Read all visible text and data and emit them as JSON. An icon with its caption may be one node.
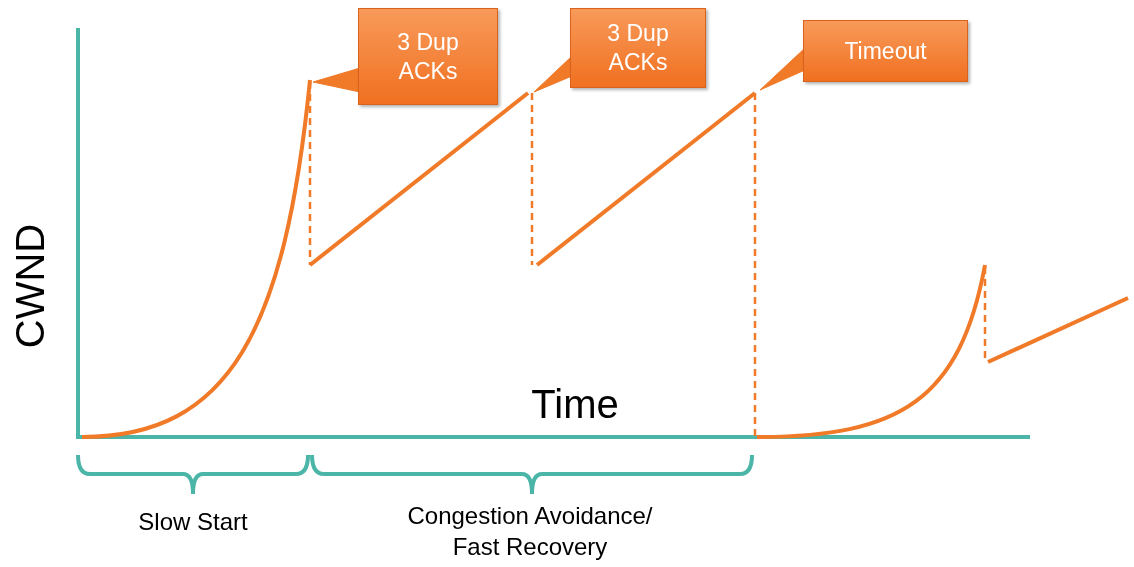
{
  "diagram": {
    "nodes": [
      {
        "text": [
          "3 Dup ACKs"
        ]
      },
      {
        "text": [
          "3 Dup ACKs"
        ]
      },
      {
        "text": [
          "Timeout"
        ]
      }
    ],
    "edges": [
      {
        "from": 0,
        "to": null,
        "arrow": "to"
      },
      {
        "from": 1,
        "to": null,
        "arrow": "to"
      },
      {
        "from": 2,
        "to": null,
        "arrow": "to"
      }
    ],
    "labels": [
      "CWND",
      "Time",
      "Slow Start",
      "Congestion Avoidance/ Fast Recovery"
    ]
  }
}
